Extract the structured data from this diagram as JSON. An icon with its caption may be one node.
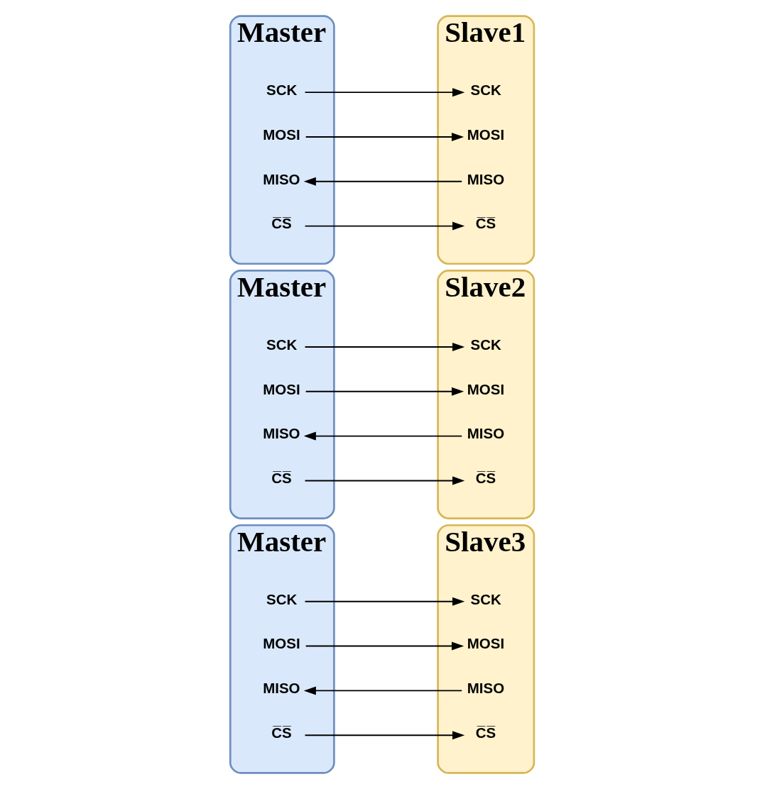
{
  "diagram": {
    "nodes": [
      {
        "text": [
          "Master"
        ]
      },
      {
        "text": [
          "SCK"
        ],
        "in": 0
      },
      {
        "text": [
          "MOSI"
        ],
        "in": 0
      },
      {
        "text": [
          "MISO"
        ],
        "in": 0
      },
      {
        "text": [
          "C̅S̅"
        ],
        "in": 0
      },
      {
        "text": [
          "Slave1"
        ]
      },
      {
        "text": [
          "SCK"
        ],
        "in": 5
      },
      {
        "text": [
          "MOSI"
        ],
        "in": 5
      },
      {
        "text": [
          "MISO"
        ],
        "in": 5
      },
      {
        "text": [
          "C̅S̅"
        ],
        "in": 5
      },
      {
        "text": [
          "Master"
        ]
      },
      {
        "text": [
          "SCK"
        ],
        "in": 10
      },
      {
        "text": [
          "MOSI"
        ],
        "in": 10
      },
      {
        "text": [
          "MISO"
        ],
        "in": 10
      },
      {
        "text": [
          "C̅S̅"
        ],
        "in": 10
      },
      {
        "text": [
          "Slave2"
        ]
      },
      {
        "text": [
          "SCK"
        ],
        "in": 15
      },
      {
        "text": [
          "MOSI"
        ],
        "in": 15
      },
      {
        "text": [
          "MISO"
        ],
        "in": 15
      },
      {
        "text": [
          "C̅S̅"
        ],
        "in": 15
      },
      {
        "text": [
          "Master"
        ]
      },
      {
        "text": [
          "SCK"
        ],
        "in": 20
      },
      {
        "text": [
          "MOSI"
        ],
        "in": 20
      },
      {
        "text": [
          "MISO"
        ],
        "in": 20
      },
      {
        "text": [
          "C̅S̅"
        ],
        "in": 20
      },
      {
        "text": [
          "Slave3"
        ]
      },
      {
        "text": [
          "SCK"
        ],
        "in": 25
      },
      {
        "text": [
          "MOSI"
        ],
        "in": 25
      },
      {
        "text": [
          "MISO"
        ],
        "in": 25
      },
      {
        "text": [
          "C̅S̅"
        ],
        "in": 25
      }
    ],
    "edges": [
      {
        "from": 1,
        "to": 6,
        "arrow": "to"
      },
      {
        "from": 2,
        "to": 7,
        "arrow": "to"
      },
      {
        "from": 8,
        "to": 3,
        "arrow": "to"
      },
      {
        "from": 4,
        "to": 9,
        "arrow": "to"
      },
      {
        "from": 11,
        "to": 16,
        "arrow": "to"
      },
      {
        "from": 12,
        "to": 17,
        "arrow": "to"
      },
      {
        "from": 18,
        "to": 13,
        "arrow": "to"
      },
      {
        "from": 14,
        "to": 19,
        "arrow": "to"
      },
      {
        "from": 21,
        "to": 26,
        "arrow": "to"
      },
      {
        "from": 22,
        "to": 27,
        "arrow": "to"
      },
      {
        "from": 28,
        "to": 23,
        "arrow": "to"
      },
      {
        "from": 24,
        "to": 29,
        "arrow": "to"
      }
    ]
  }
}
